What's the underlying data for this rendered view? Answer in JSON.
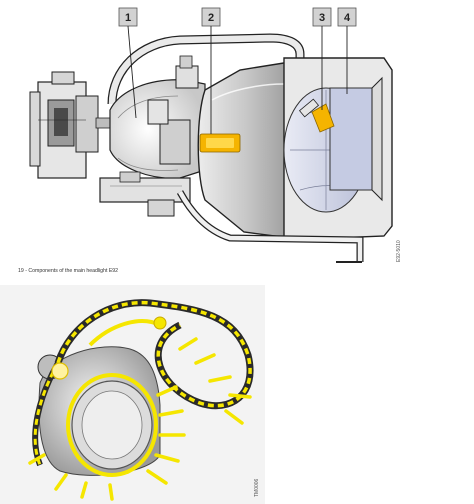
{
  "top_figure": {
    "callouts": [
      "1",
      "2",
      "3",
      "4"
    ],
    "side_code": "E92-5010",
    "caption": "19 -  Components of the main headlight E92"
  },
  "bottom_figure": {
    "side_code": "TM0006",
    "highlight_color": "#f5e600",
    "cable_color": "#2a2a2a"
  },
  "colors": {
    "bulb": "#f5b400",
    "metal_light": "#d8d8d8",
    "metal_mid": "#b0b0b0",
    "lens": "#cfd3e6"
  }
}
